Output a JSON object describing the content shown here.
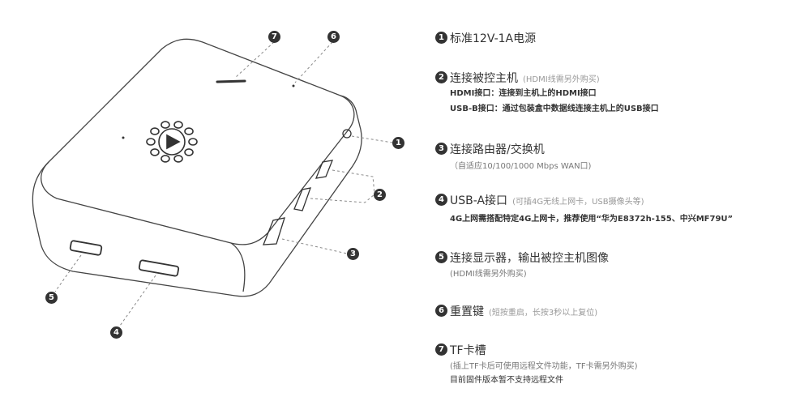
{
  "callouts": [
    "1",
    "2",
    "3",
    "4",
    "5",
    "6",
    "7"
  ],
  "items": [
    {
      "num": "1",
      "title": "标准12V-1A电源"
    },
    {
      "num": "2",
      "title": "连接被控主机",
      "note": "(HDMI线需另外购买)",
      "lines": [
        "HDMI接口：连接到主机上的HDMI接口",
        "USB-B接口：通过包装盒中数据线连接主机上的USB接口"
      ]
    },
    {
      "num": "3",
      "title": "连接路由器/交换机",
      "lines": [
        "（自适应10/100/1000 Mbps WAN口)"
      ]
    },
    {
      "num": "4",
      "title": "USB-A接口",
      "note": "(可插4G无线上网卡，USB摄像头等)",
      "lines": [
        "4G上网需搭配特定4G上网卡，推荐使用“华为E8372h-155、中兴MF79U”"
      ]
    },
    {
      "num": "5",
      "title": "连接显示器，输出被控主机图像",
      "lines": [
        "(HDMI线需另外购买)"
      ]
    },
    {
      "num": "6",
      "title": "重置键",
      "note": "(短按重启，长按3秒以上复位)"
    },
    {
      "num": "7",
      "title": "TF卡槽",
      "lines": [
        "(插上TF卡后可使用远程文件功能，TF卡需另外购买)",
        "目前固件版本暂不支持远程文件"
      ]
    }
  ]
}
